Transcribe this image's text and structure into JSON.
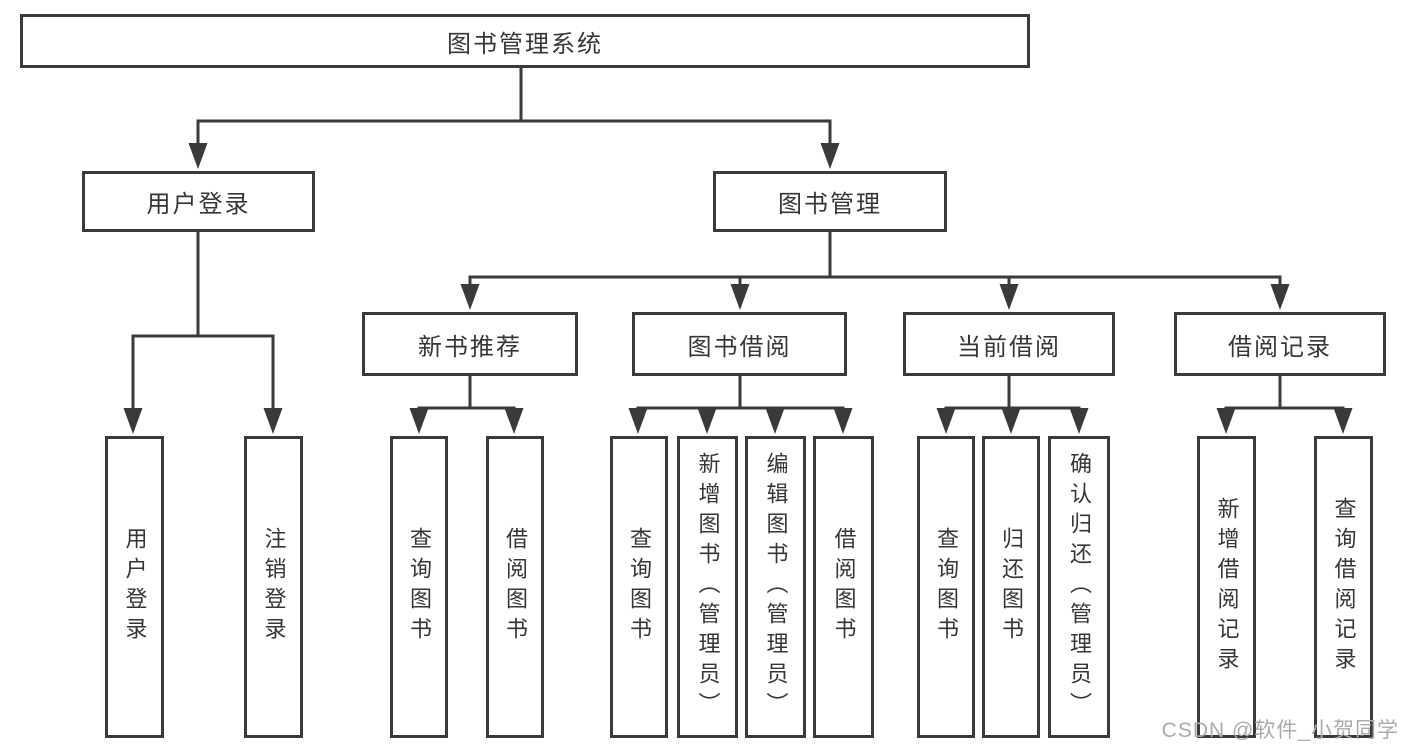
{
  "diagram": {
    "root": {
      "label": "图书管理系统"
    },
    "branches": [
      {
        "label": "用户登录",
        "children": [
          {
            "label": "用户登录"
          },
          {
            "label": "注销登录"
          }
        ]
      },
      {
        "label": "图书管理",
        "children": [
          {
            "label": "新书推荐",
            "children": [
              {
                "label": "查询图书"
              },
              {
                "label": "借阅图书"
              }
            ]
          },
          {
            "label": "图书借阅",
            "children": [
              {
                "label": "查询图书"
              },
              {
                "label": "新增图书（管理员）"
              },
              {
                "label": "编辑图书（管理员）"
              },
              {
                "label": "借阅图书"
              }
            ]
          },
          {
            "label": "当前借阅",
            "children": [
              {
                "label": "查询图书"
              },
              {
                "label": "归还图书"
              },
              {
                "label": "确认归还（管理员）"
              }
            ]
          },
          {
            "label": "借阅记录",
            "children": [
              {
                "label": "新增借阅记录"
              },
              {
                "label": "查询借阅记录"
              }
            ]
          }
        ]
      }
    ]
  },
  "watermark": {
    "text": "CSDN @软件_小贺同学"
  },
  "colors": {
    "line": "#3a3a3a",
    "text": "#363636",
    "watermark": "#ababab",
    "background": "#ffffff"
  }
}
